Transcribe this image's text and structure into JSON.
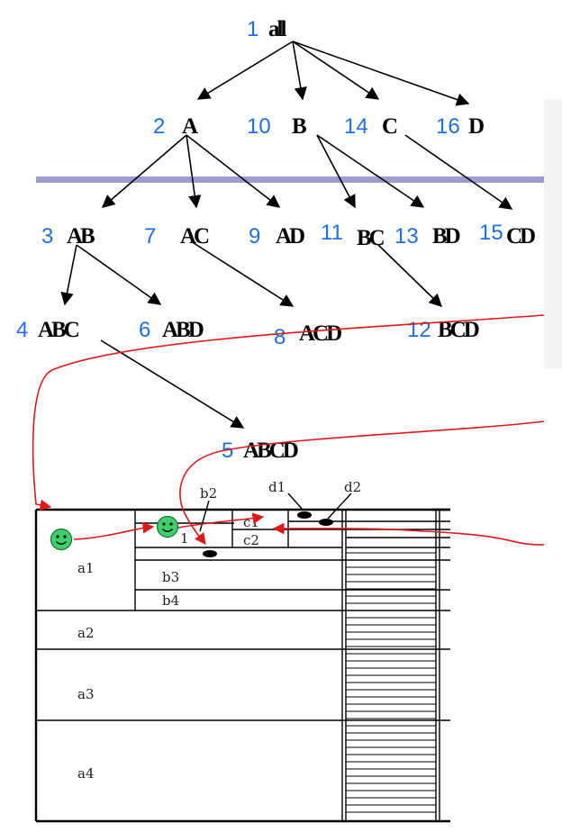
{
  "nodes": [
    {
      "num": "1",
      "label": "all"
    },
    {
      "num": "2",
      "label": "A"
    },
    {
      "num": "10",
      "label": "B"
    },
    {
      "num": "14",
      "label": "C"
    },
    {
      "num": "16",
      "label": "D"
    },
    {
      "num": "3",
      "label": "AB"
    },
    {
      "num": "7",
      "label": "AC"
    },
    {
      "num": "9",
      "label": "AD"
    },
    {
      "num": "11",
      "label": "BC"
    },
    {
      "num": "13",
      "label": "BD"
    },
    {
      "num": "15",
      "label": "CD"
    },
    {
      "num": "4",
      "label": "ABC"
    },
    {
      "num": "6",
      "label": "ABD"
    },
    {
      "num": "8",
      "label": "ACD"
    },
    {
      "num": "12",
      "label": "BCD"
    },
    {
      "num": "5",
      "label": "ABCD"
    }
  ],
  "table": {
    "a_labels": [
      "a1",
      "a2",
      "a3",
      "a4"
    ],
    "b_labels": [
      "b2",
      "b3",
      "b4"
    ],
    "c_labels": [
      "c1",
      "c2"
    ],
    "d_labels": [
      "d1",
      "d2"
    ],
    "b1_fragment": "1"
  },
  "colors": {
    "number": "#1e6fe6",
    "separator": "#9d9ed0",
    "arrow_path": "#e01818",
    "smiley": "#3dd16b"
  },
  "icons": [
    "smiley-icon"
  ]
}
